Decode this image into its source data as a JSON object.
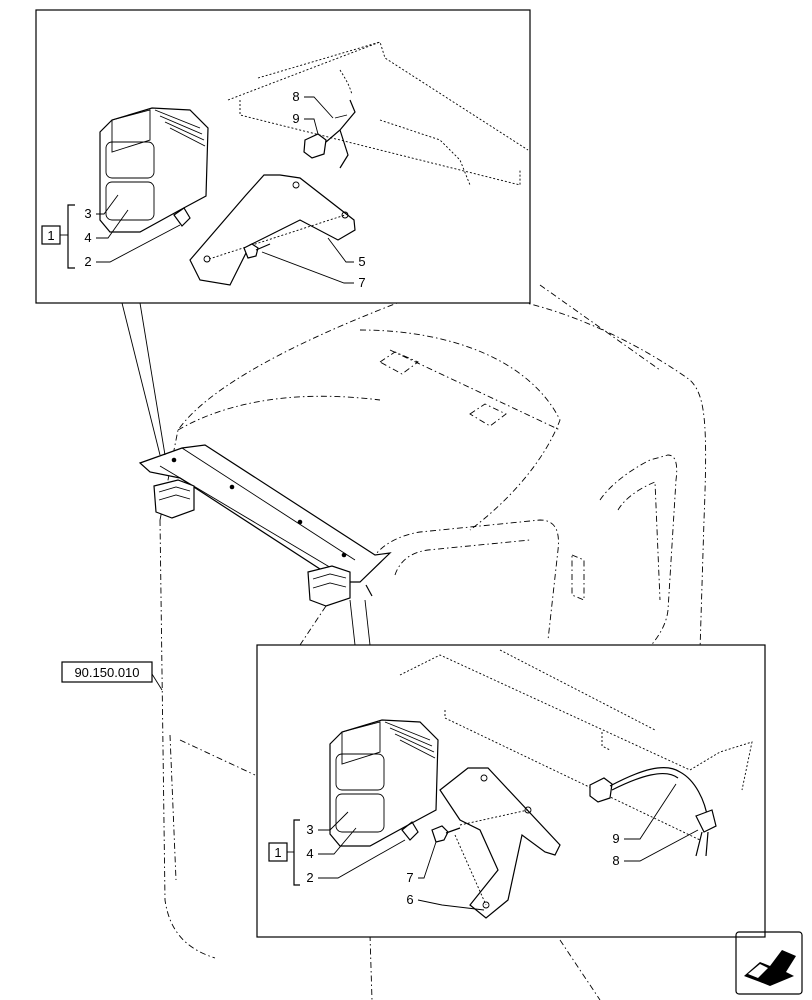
{
  "reference_label": "90.150.010",
  "top_detail": {
    "group_label": "1",
    "callouts": {
      "c3": "3",
      "c4": "4",
      "c2": "2",
      "c5": "5",
      "c7": "7",
      "c8": "8",
      "c9": "9"
    }
  },
  "bottom_detail": {
    "group_label": "1",
    "callouts": {
      "c3": "3",
      "c4": "4",
      "c2": "2",
      "c7": "7",
      "c6": "6",
      "c9": "9",
      "c8": "8"
    }
  },
  "icons": {
    "navigation": "next-page-arrow-icon"
  }
}
